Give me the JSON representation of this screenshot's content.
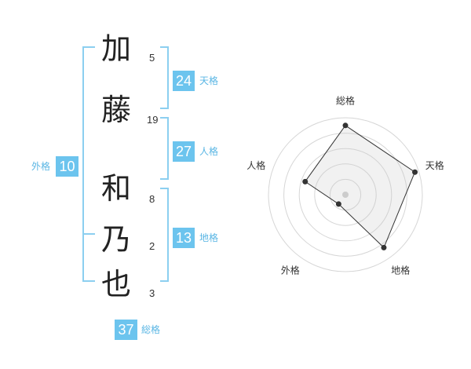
{
  "name": {
    "chars": [
      {
        "char": "加",
        "strokes": "5"
      },
      {
        "char": "藤",
        "strokes": "19"
      },
      {
        "char": "和",
        "strokes": "8"
      },
      {
        "char": "乃",
        "strokes": "2"
      },
      {
        "char": "也",
        "strokes": "3"
      }
    ]
  },
  "fortune": {
    "tenkaku": {
      "value": "24",
      "label": "天格"
    },
    "jinkaku": {
      "value": "27",
      "label": "人格"
    },
    "chikaku": {
      "value": "13",
      "label": "地格"
    },
    "gaikaku": {
      "value": "10",
      "label": "外格"
    },
    "soukaku": {
      "value": "37",
      "label": "総格"
    }
  },
  "colors": {
    "accent": "#6cc4ee",
    "bracket": "#8ccff0",
    "label": "#5ab6e4",
    "text": "#222222"
  },
  "chart_data": {
    "type": "radar",
    "axes": [
      "総格",
      "天格",
      "地格",
      "外格",
      "人格"
    ],
    "values": [
      0.9,
      0.95,
      0.85,
      0.15,
      0.55
    ],
    "rings": 5,
    "range": [
      0,
      1
    ]
  }
}
